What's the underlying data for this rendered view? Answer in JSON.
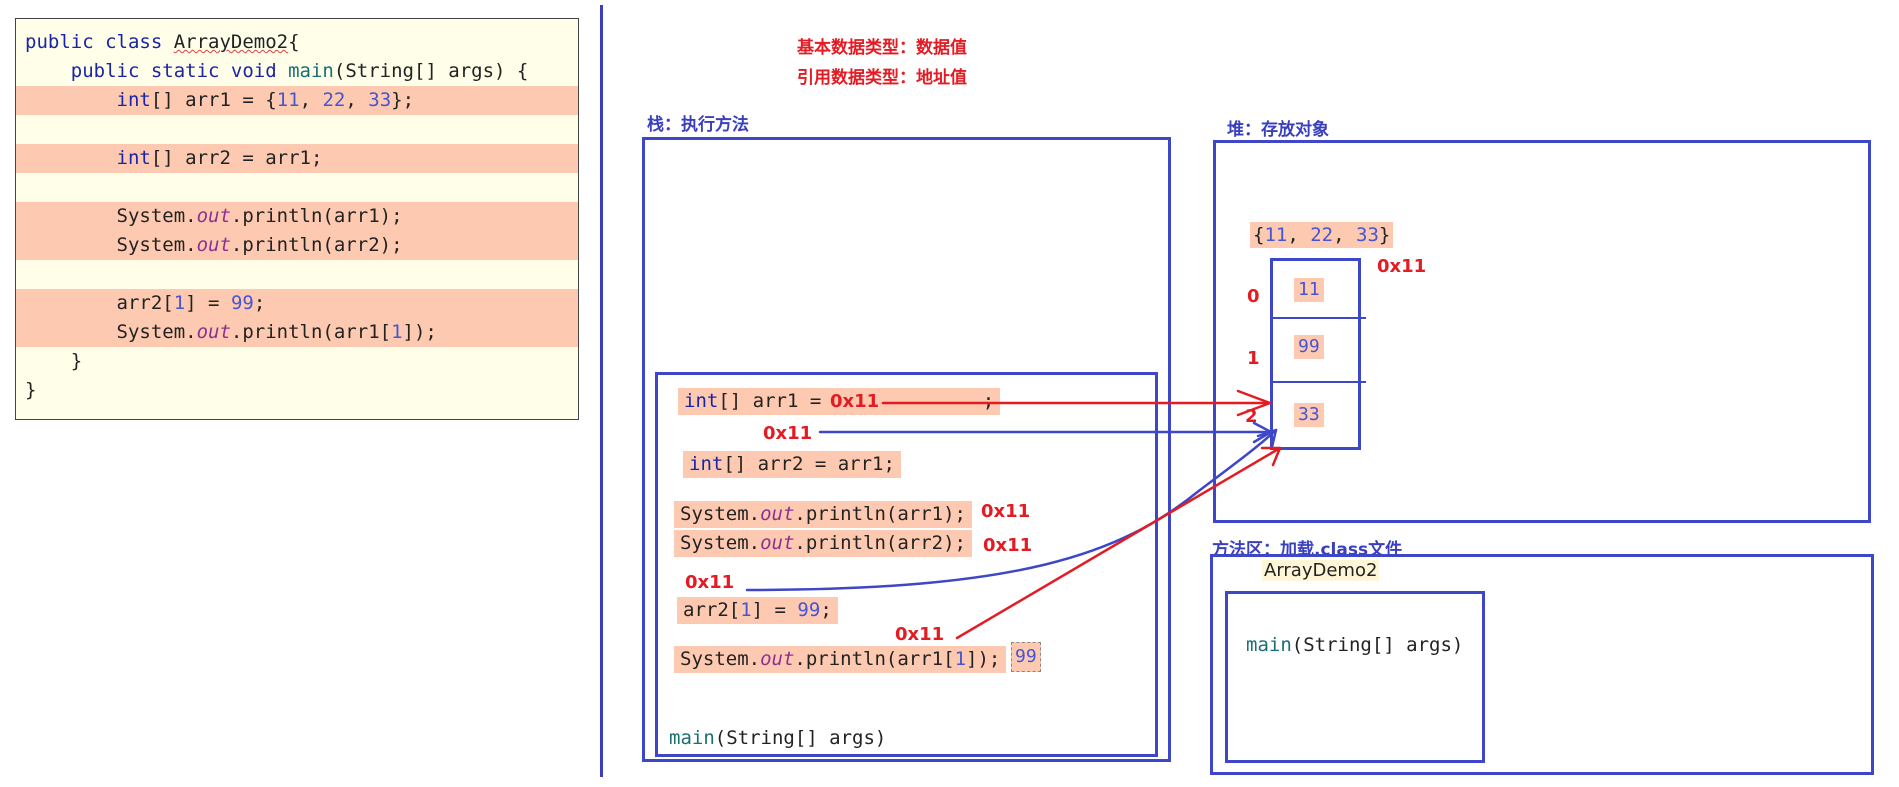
{
  "code": {
    "lines": [
      {
        "parts": [
          {
            "t": "public class ",
            "c": "kw"
          },
          {
            "t": "ArrayDemo2",
            "c": "plain sq"
          },
          {
            "t": "{",
            "c": "plain"
          }
        ]
      },
      {
        "parts": [
          {
            "t": "    public static void ",
            "c": "kw"
          },
          {
            "t": "main",
            "c": "fn"
          },
          {
            "t": "(String[] args) {",
            "c": "plain"
          }
        ]
      },
      {
        "parts": [
          {
            "t": "        int",
            "c": "kw"
          },
          {
            "t": "[] arr1 = {",
            "c": "plain"
          },
          {
            "t": "11",
            "c": "num"
          },
          {
            "t": ", ",
            "c": "plain"
          },
          {
            "t": "22",
            "c": "num"
          },
          {
            "t": ", ",
            "c": "plain"
          },
          {
            "t": "33",
            "c": "num"
          },
          {
            "t": "};",
            "c": "plain"
          }
        ]
      },
      {
        "parts": []
      },
      {
        "parts": [
          {
            "t": "        int",
            "c": "kw"
          },
          {
            "t": "[] arr2 = arr1;",
            "c": "plain"
          }
        ]
      },
      {
        "parts": []
      },
      {
        "parts": [
          {
            "t": "        System.",
            "c": "plain"
          },
          {
            "t": "out",
            "c": "it"
          },
          {
            "t": ".println(arr1);",
            "c": "plain"
          }
        ]
      },
      {
        "parts": [
          {
            "t": "        System.",
            "c": "plain"
          },
          {
            "t": "out",
            "c": "it"
          },
          {
            "t": ".println(arr2);",
            "c": "plain"
          }
        ]
      },
      {
        "parts": []
      },
      {
        "parts": [
          {
            "t": "        arr2[",
            "c": "plain"
          },
          {
            "t": "1",
            "c": "num"
          },
          {
            "t": "] = ",
            "c": "plain"
          },
          {
            "t": "99",
            "c": "num"
          },
          {
            "t": ";",
            "c": "plain"
          }
        ]
      },
      {
        "parts": [
          {
            "t": "        System.",
            "c": "plain"
          },
          {
            "t": "out",
            "c": "it"
          },
          {
            "t": ".println(arr1[",
            "c": "plain"
          },
          {
            "t": "1",
            "c": "num"
          },
          {
            "t": "]);",
            "c": "plain"
          }
        ]
      },
      {
        "parts": [
          {
            "t": "    }",
            "c": "plain"
          }
        ]
      },
      {
        "parts": [
          {
            "t": "}",
            "c": "plain"
          }
        ]
      }
    ]
  },
  "notes": {
    "primitive": "基本数据类型：数据值",
    "reference": "引用数据类型：地址值"
  },
  "stack": {
    "title": "栈：执行方法",
    "method_label_fn": "main",
    "method_label_rest": "(String[] args)",
    "stmt1_kw": "int",
    "stmt1_rest": "[] arr1 = ",
    "stmt1_end": ";",
    "stmt2_kw": "int",
    "stmt2_rest": "[] arr2 = arr1;",
    "print1_a": "System.",
    "print1_out": "out",
    "print1_b": ".println(arr1);",
    "print2_a": "System.",
    "print2_out": "out",
    "print2_b": ".println(arr2);",
    "assign_a": "arr2[",
    "assign_idx": "1",
    "assign_b": "] = ",
    "assign_val": "99",
    "assign_c": ";",
    "print3_a": "System.",
    "print3_out": "out",
    "print3_b": ".println(arr1[",
    "print3_idx": "1",
    "print3_c": "]);",
    "print3_result": "99"
  },
  "addresses": {
    "arr1": "0x11",
    "arr2": "0x11",
    "print1": "0x11",
    "print2": "0x11",
    "assign": "0x11",
    "print3": "0x11",
    "heap": "0x11"
  },
  "heap": {
    "title": "堆：存放对象",
    "array_literal_open": "{",
    "array_literal_v1": "11",
    "array_literal_sep1": ", ",
    "array_literal_v2": "22",
    "array_literal_sep2": ", ",
    "array_literal_v3": "33",
    "array_literal_close": "}",
    "cells": [
      "11",
      "99",
      "33"
    ],
    "indices": [
      "0",
      "1",
      "2"
    ]
  },
  "method_area": {
    "title": "方法区：加载.class文件",
    "class_name": "ArrayDemo2",
    "method_fn": "main",
    "method_rest": "(String[] args)"
  },
  "colors": {
    "accent_blue": "#3e47c8",
    "arrow_red": "#e31b23",
    "highlight": "#fdc9b0"
  }
}
